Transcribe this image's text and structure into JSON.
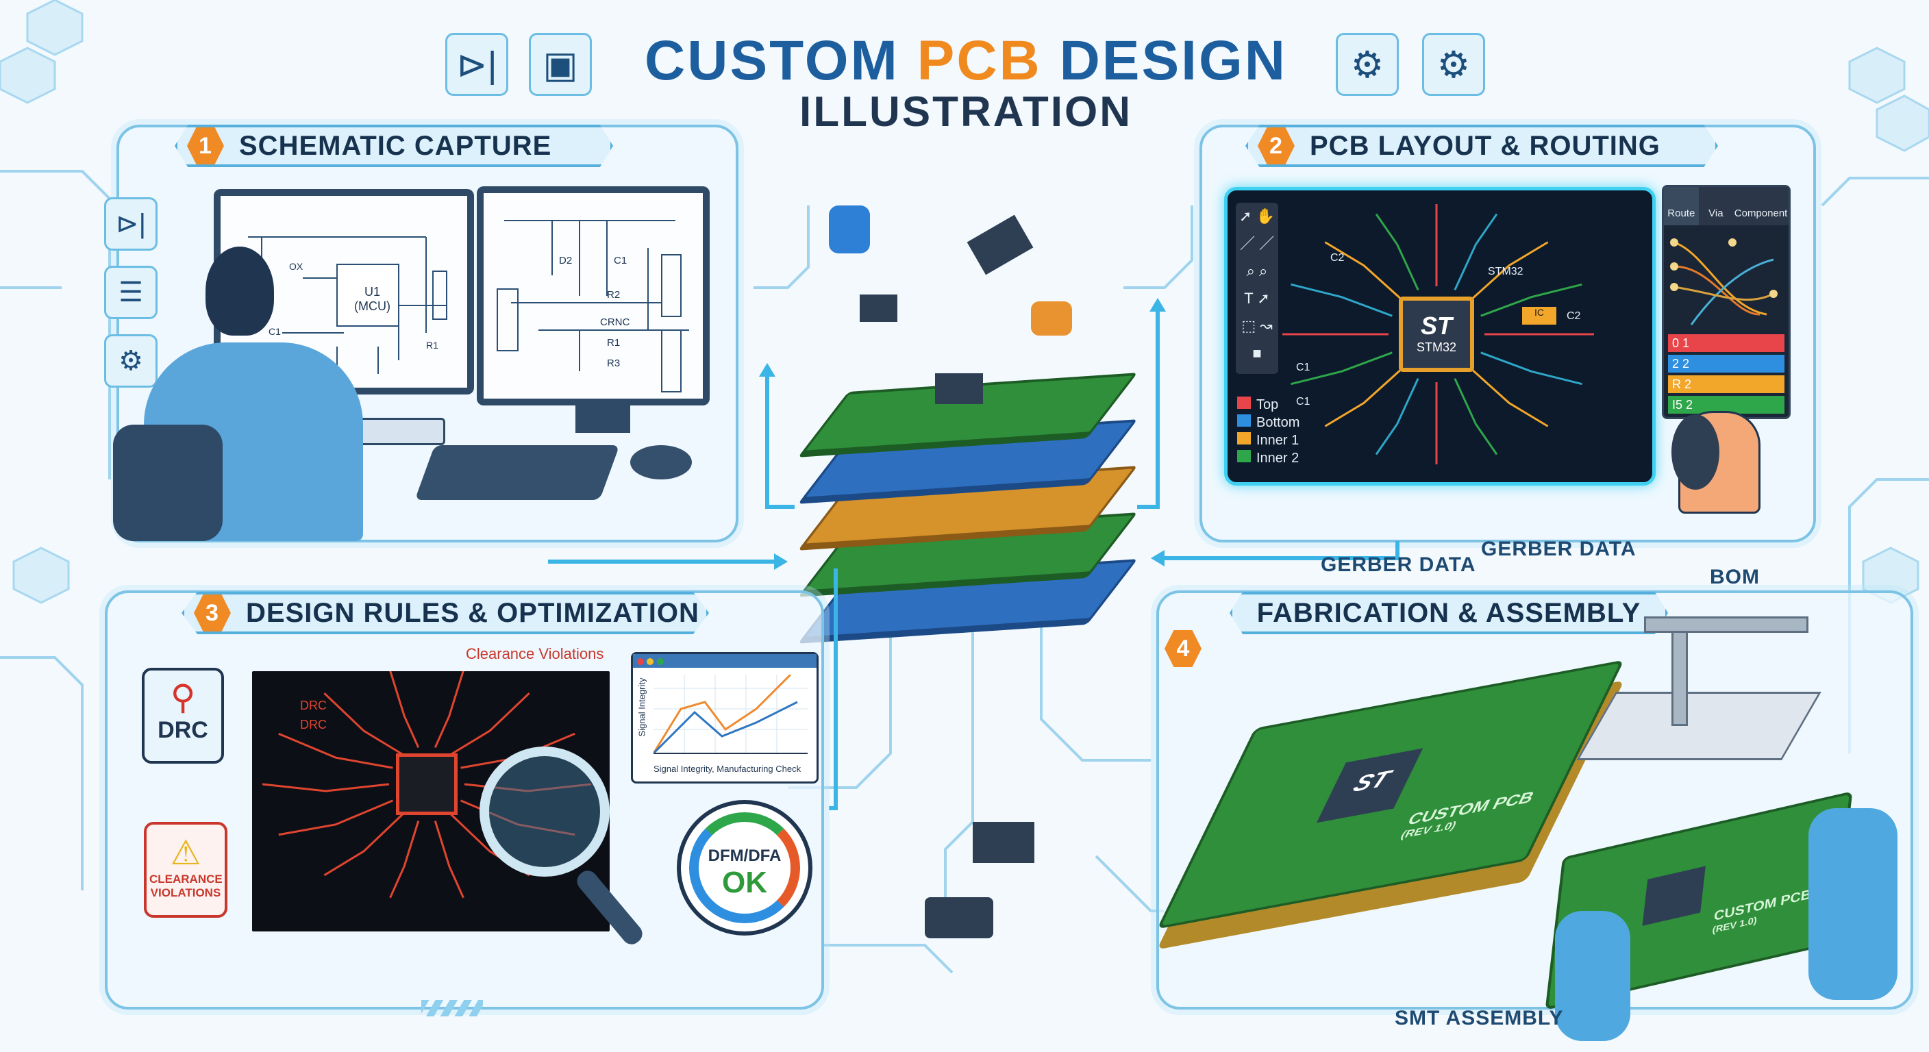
{
  "header": {
    "title_part1": "CUSTOM ",
    "title_accent": "PCB",
    "title_part2": " DESIGN",
    "subtitle": "ILLUSTRATION",
    "icons": [
      "diode-icon",
      "chip-icon",
      "gears-icon",
      "gear-icon"
    ]
  },
  "colors": {
    "title_blue": "#1d5e9e",
    "accent_orange": "#f08a1e",
    "panel_border": "#7cc3e6",
    "pcb_green": "#2f8f3a",
    "pcb_dark": "#0d1a2b",
    "trace_red": "#e0452f"
  },
  "steps": [
    {
      "number": "1",
      "title": "SCHEMATIC CAPTURE"
    },
    {
      "number": "2",
      "title": "PCB LAYOUT & ROUTING"
    },
    {
      "number": "3",
      "title": "DESIGN RULES & OPTIMIZATION"
    },
    {
      "number": "4",
      "title": "FABRICATION & ASSEMBLY"
    }
  ],
  "schematic": {
    "side_icons": [
      "diode-icon",
      "document-icon",
      "folder-gear-icon"
    ],
    "left_screen": {
      "chip": "U1",
      "chip_sub": "(MCU)",
      "labels": [
        "R1",
        "C1",
        "U1",
        "OX"
      ]
    },
    "right_screen": {
      "labels": [
        "D2",
        "C1",
        "R2",
        "CRNC",
        "R1",
        "R3"
      ]
    }
  },
  "layout": {
    "chip_logo": "ST",
    "chip_name": "STM32",
    "board_label": "STM32",
    "components": [
      "C2",
      "C1",
      "C2",
      "IC",
      "C1"
    ],
    "layers": [
      {
        "name": "Top",
        "color": "#e8454a"
      },
      {
        "name": "Bottom",
        "color": "#2e8fe0"
      },
      {
        "name": "Inner 1",
        "color": "#f2a62a"
      },
      {
        "name": "Inner 2",
        "color": "#2ea64a"
      }
    ],
    "route_panel": {
      "tabs": [
        "Route",
        "Via",
        "Component"
      ],
      "rows": [
        {
          "a": "0",
          "b": "1",
          "color": "#e8454a"
        },
        {
          "a": "2",
          "b": "2",
          "color": "#2e8fe0"
        },
        {
          "a": "R",
          "b": "2",
          "color": "#f2a62a"
        },
        {
          "a": "I5",
          "b": "2",
          "color": "#2ea64a"
        }
      ]
    }
  },
  "rules": {
    "drc_label": "DRC",
    "drc_markers": [
      "DRC",
      "DRC"
    ],
    "clearance_callout": "Clearance Violations",
    "clearance_box": "CLEARANCE VIOLATIONS",
    "chart": {
      "ylabel": "Signal Integrity",
      "caption": "Signal Integrity, Manufacturing Check"
    },
    "gauge": {
      "label": "DFM/DFA",
      "status": "OK"
    }
  },
  "flow_labels": {
    "gerber1": "GERBER DATA",
    "gerber2": "GERBER DATA",
    "bom": "BOM",
    "smt": "SMT ASSEMBLY"
  },
  "fabrication": {
    "board_text": "CUSTOM PCB",
    "board_rev": "(REV 1.0)",
    "chip_logo": "ST"
  }
}
